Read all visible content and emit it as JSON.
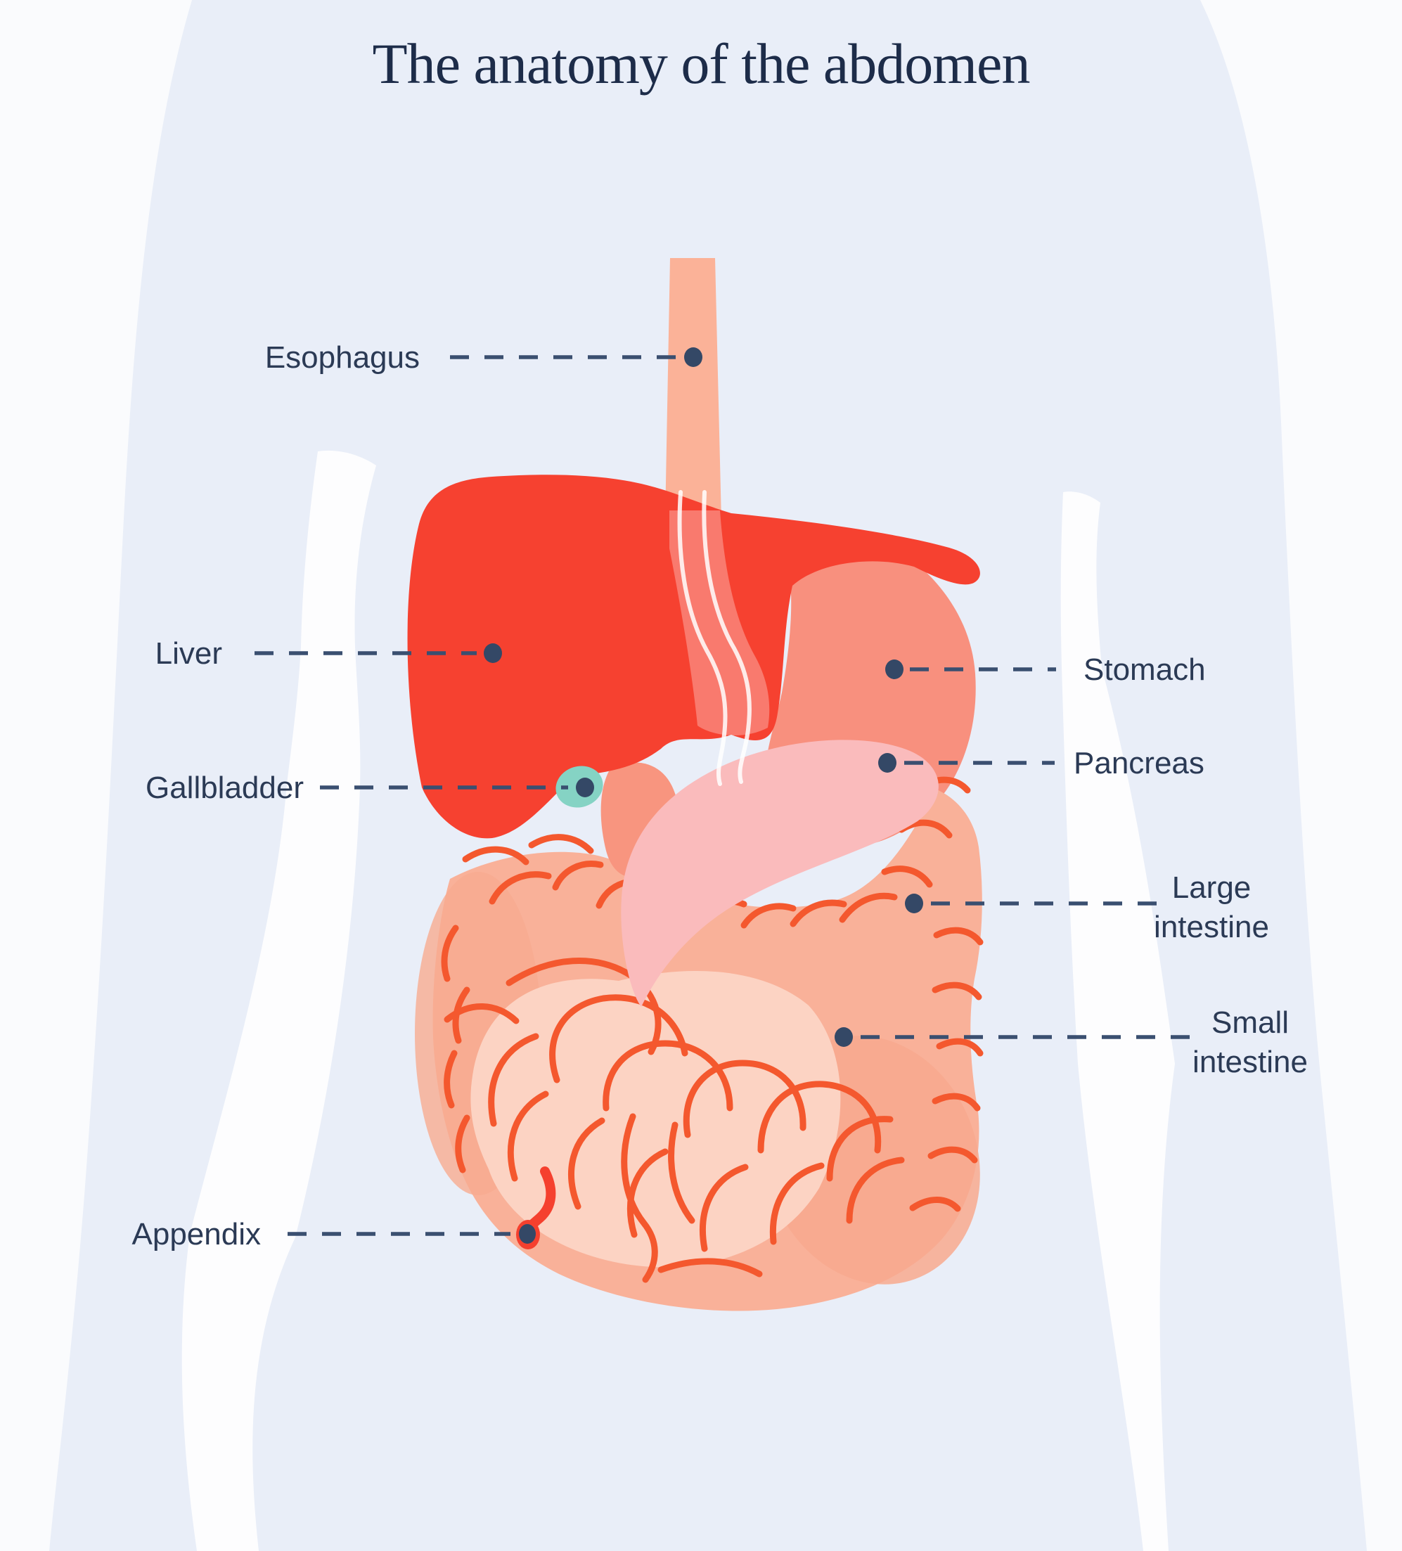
{
  "title": "The anatomy of the abdomen",
  "organ_labels": {
    "esophagus": "Esophagus",
    "liver": "Liver",
    "gallbladder": "Gallbladder",
    "appendix": "Appendix",
    "stomach": "Stomach",
    "pancreas": "Pancreas",
    "large_intestine": "Large intestine",
    "small_intestine": "Small intestine"
  },
  "colors": {
    "background": "#fafbfd",
    "body_silhouette": "#e9eef8",
    "silhouette_gap": "#fdfdfe",
    "title_navy": "#1d2c49",
    "label_navy": "#2b3a55",
    "leader_navy": "#3a4f70",
    "dot_navy": "#344866",
    "liver_red": "#f64130",
    "esophagus_salmon": "#fbb298",
    "stomach_salmon": "#f8907e",
    "duodenum_salmon": "#f8957f",
    "pancreas_pink": "#fabbbc",
    "gallbladder_teal": "#85d3c4",
    "intestine_peach": "#f9b199",
    "intestine_light_peach": "#fcd3c3",
    "intestine_shade_peach": "#f8a98e",
    "intestine_line_orange": "#f4582e",
    "appendix_red": "#f5402e"
  }
}
